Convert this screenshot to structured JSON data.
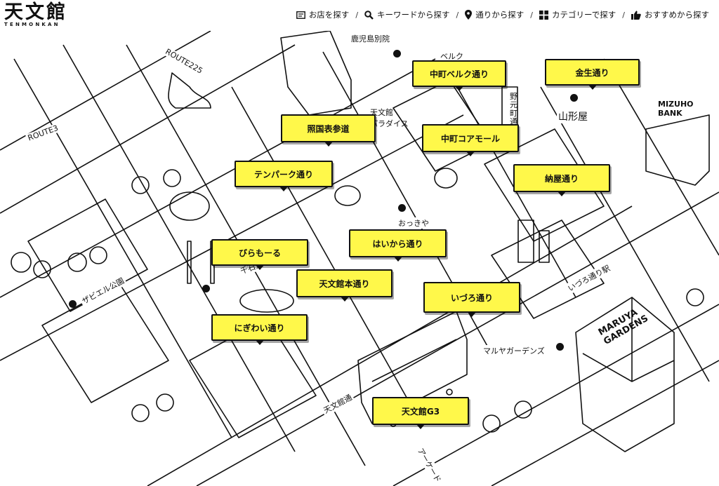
{
  "logo": {
    "main": "天文館",
    "sub": "TENMONKAN"
  },
  "nav": [
    {
      "label": "お店を探す",
      "icon": "shop-card-icon"
    },
    {
      "label": "キーワードから探す",
      "icon": "search-icon"
    },
    {
      "label": "通りから探す",
      "icon": "map-pin-icon"
    },
    {
      "label": "カテゴリーで探す",
      "icon": "grid-icon"
    },
    {
      "label": "おすすめから探す",
      "icon": "thumbs-up-icon"
    }
  ],
  "nav_separator": "/",
  "streets": [
    "中町ベルク通り",
    "金生通り",
    "照国表参道",
    "中町コアモール",
    "テンパーク通り",
    "納屋通り",
    "はいから通り",
    "びらもーる",
    "天文館本通り",
    "いづろ通り",
    "にぎわい通り",
    "天文館G3"
  ],
  "landmarks": {
    "route225": "ROUTE225",
    "route3": "ROUTE3",
    "kagoshima": "鹿児島別院",
    "beruku": "ベルク",
    "tenmonkan_paradise": "天文館\nパラダイス",
    "nomotocho": "野元町通",
    "yamakataya": "山形屋",
    "mizuho": "MIZUHO\nBANK",
    "okkiya": "おっきや",
    "xavier_park": "ザビエル公園",
    "sengoku": "千石天",
    "izuro_station": "いづろ通り駅",
    "maruya_gardens": "マルヤガーデンズ",
    "maruya_sign": "MARUYA\nGARDENS",
    "tenmonkan_dori": "天文館通",
    "arcade": "アーケード"
  }
}
